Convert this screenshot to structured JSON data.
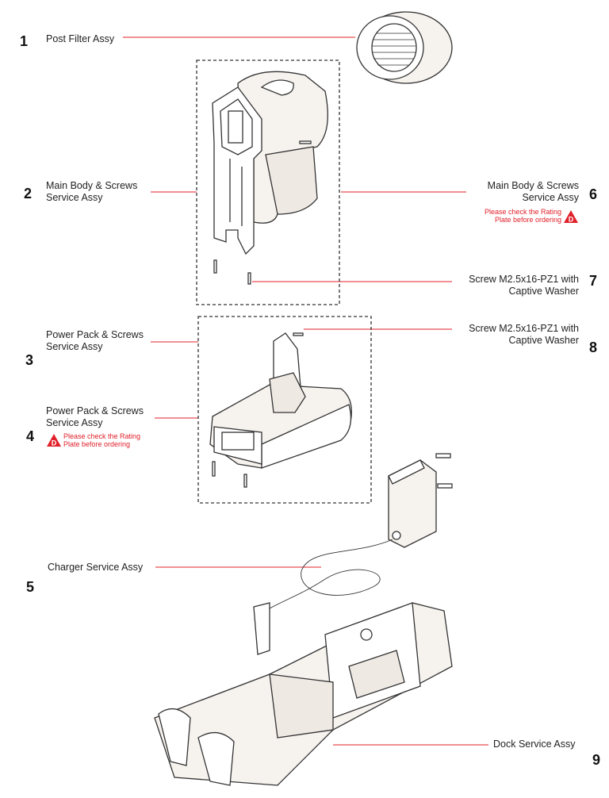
{
  "parts": [
    {
      "num": "1",
      "label_lines": [
        "Post Filter Assy"
      ]
    },
    {
      "num": "2",
      "label_lines": [
        "Main Body & Screws",
        "Service Assy"
      ]
    },
    {
      "num": "3",
      "label_lines": [
        "Power Pack & Screws",
        "Service Assy"
      ]
    },
    {
      "num": "4",
      "label_lines": [
        "Power Pack & Screws",
        "Service Assy"
      ],
      "warning_lines": [
        "Please check the Rating",
        "Plate before ordering"
      ],
      "warning_badge": "D"
    },
    {
      "num": "5",
      "label_lines": [
        "Charger Service Assy"
      ]
    },
    {
      "num": "6",
      "label_lines": [
        "Main Body & Screws",
        "Service Assy"
      ],
      "warning_lines": [
        "Please check the Rating",
        "Plate before ordering"
      ],
      "warning_badge": "D"
    },
    {
      "num": "7",
      "label_lines": [
        "Screw M2.5x16-PZ1 with",
        "Captive Washer"
      ]
    },
    {
      "num": "8",
      "label_lines": [
        "Screw M2.5x16-PZ1 with",
        "Captive Washer"
      ]
    },
    {
      "num": "9",
      "label_lines": [
        "Dock Service Assy"
      ]
    }
  ],
  "colors": {
    "leader": "#e0202a",
    "warning": "#e0202a",
    "line_art": "#333333",
    "fill": "#f6f2ee"
  }
}
